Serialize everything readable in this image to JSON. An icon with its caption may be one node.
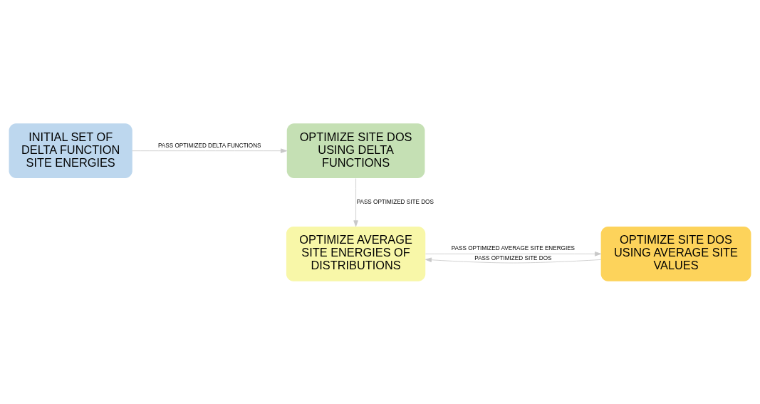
{
  "diagram": {
    "nodes": [
      {
        "text": [
          "INITIAL SET OF DELTA FUNCTION SITE ENERGIES"
        ]
      },
      {
        "text": [
          "OPTIMIZE SITE DOS USING DELTA FUNCTIONS"
        ]
      },
      {
        "text": [
          "OPTIMIZE AVERAGE SITE ENERGIES OF DISTRIBUTIONS"
        ]
      },
      {
        "text": [
          "OPTIMIZE SITE DOS USING AVERAGE SITE VALUES"
        ]
      }
    ],
    "edges": [
      {
        "from": 0,
        "to": 1,
        "arrow": "to",
        "label": "PASS OPTIMIZED DELTA FUNCTIONS"
      },
      {
        "from": 1,
        "to": 2,
        "arrow": "to",
        "label": "PASS OPTIMIZED SITE DOS"
      },
      {
        "from": 2,
        "to": 3,
        "arrow": "to",
        "label": "PASS OPTIMIZED AVERAGE SITE ENERGIES"
      },
      {
        "from": 3,
        "to": 2,
        "arrow": "to",
        "label": "PASS OPTIMIZED SITE DOS"
      }
    ]
  }
}
